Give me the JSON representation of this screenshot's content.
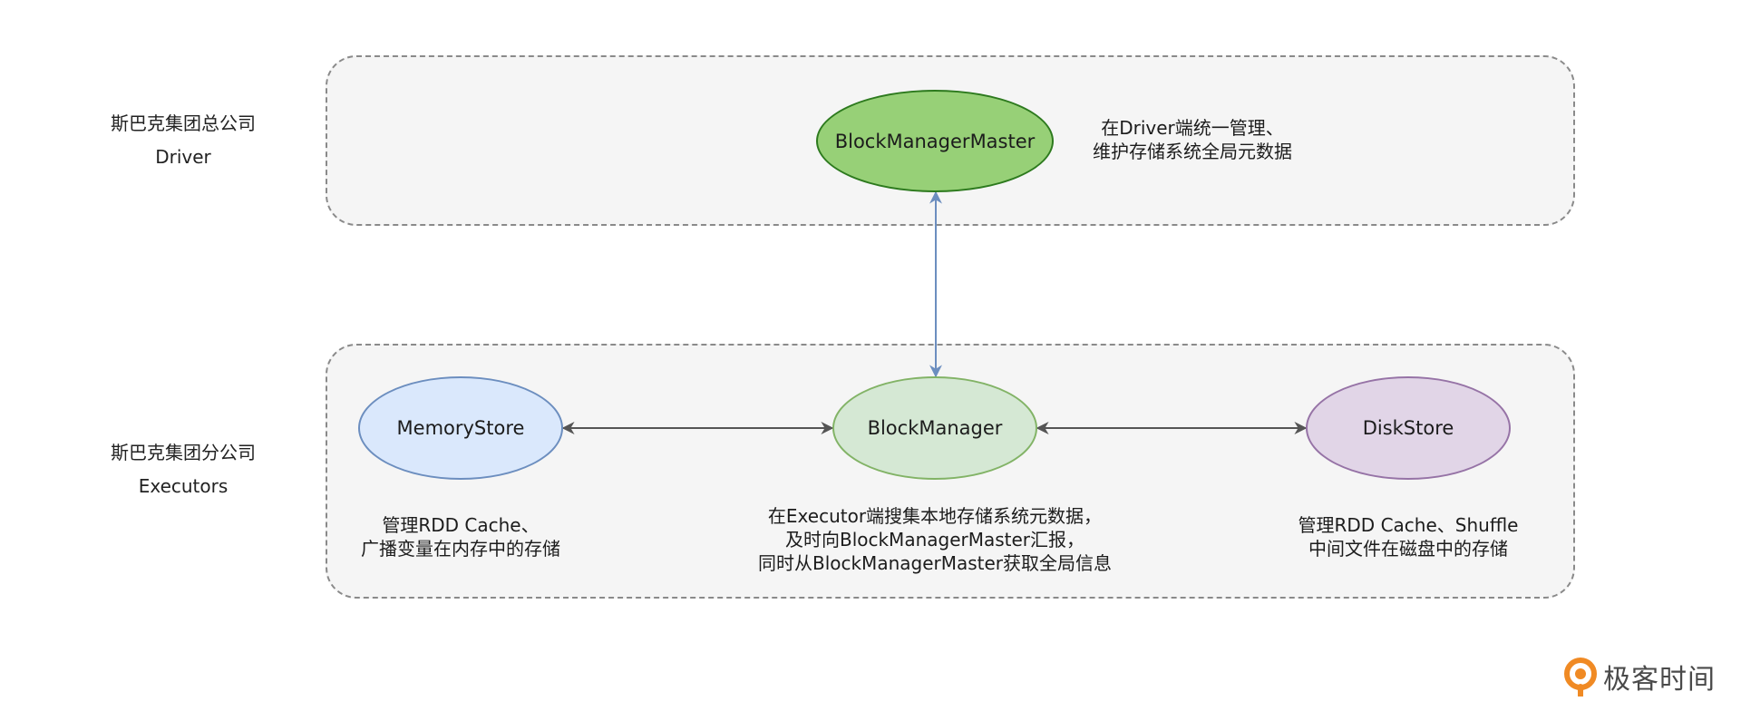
{
  "driver": {
    "label_cn": "斯巴克集团总公司",
    "label_en": "Driver",
    "node": "BlockManagerMaster",
    "note_lines": [
      "在Driver端统一管理、",
      "维护存储系统全局元数据"
    ]
  },
  "executors": {
    "label_cn": "斯巴克集团分公司",
    "label_en": "Executors",
    "nodes": {
      "memory": "MemoryStore",
      "manager": "BlockManager",
      "disk": "DiskStore"
    },
    "notes": {
      "memory": [
        "管理RDD Cache、",
        "广播变量在内存中的存储"
      ],
      "manager": [
        "在Executor端搜集本地存储系统元数据，",
        "及时向BlockManagerMaster汇报，",
        "同时从BlockManagerMaster获取全局信息"
      ],
      "disk": [
        "管理RDD Cache、Shuffle",
        "中间文件在磁盘中的存储"
      ]
    }
  },
  "colors": {
    "master_fill": "#97d077",
    "master_stroke": "#2d7a1e",
    "manager_fill": "#d5e8d4",
    "manager_stroke": "#82b366",
    "memory_fill": "#dae8fc",
    "memory_stroke": "#6c8ebf",
    "disk_fill": "#e1d5e7",
    "disk_stroke": "#9673a6",
    "vertical_arrow": "#6c8ebf",
    "horizontal_arrow": "#555555"
  },
  "logo": {
    "text": "极客时间"
  }
}
